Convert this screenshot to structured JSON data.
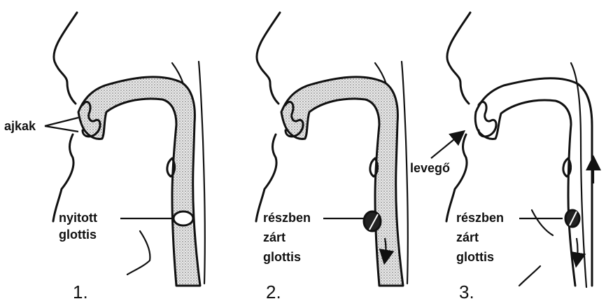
{
  "panels": [
    {
      "number": "1.",
      "labels": {
        "lips": "ajkak",
        "glottis_line1": "nyitott",
        "glottis_line2": "glottis"
      }
    },
    {
      "number": "2.",
      "labels": {
        "glottis_line1": "részben",
        "glottis_line2": "zárt",
        "glottis_line3": "glottis"
      }
    },
    {
      "number": "3.",
      "labels": {
        "air": "levegő",
        "glottis_line1": "részben",
        "glottis_line2": "zárt",
        "glottis_line3": "glottis"
      }
    }
  ]
}
